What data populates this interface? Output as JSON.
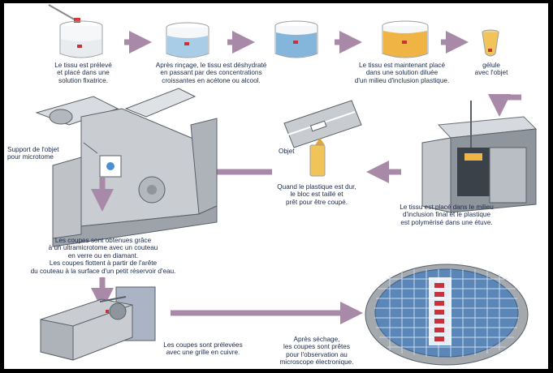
{
  "captions": {
    "step1": "Le tissu est prélevé\net placé dans une\nsolution fixatrice.",
    "step2": "Après rinçage, le tissu est déshydraté\nen passant par des concentrations\ncroissantes en acétone ou alcool.",
    "step3": "Le tissu est maintenant placé\ndans une solution diluée\nd'un milieu d'inclusion plastique.",
    "step4": "gélule\navec l'objet",
    "objet": "Objet",
    "step6": "Quand le plastique est dur,\nle bloc est taillé et\nprêt pour être coupé.",
    "step5": "Le tissu est placé dans le milieu\nd'inclusion final et le plastique\nest polymérisé dans une étuve.",
    "support": "Support de l'objet\npour microtome",
    "step7": "Les coupes sont obtenues grâce\nà un ultramicrotome avec un couteau\nen verre ou en diamant.\nLes coupes flottent à partir de l'arête\ndu couteau à la surface d'un petit réservoir d'eau.",
    "step8": "Les coupes sont prélevées\navec une grille en cuivre.",
    "step9": "Après séchage,\nles coupes sont prêtes\npour l'observation au\nmicroscope électronique."
  },
  "colors": {
    "arrow": "#a889a8",
    "text": "#1b2a4a",
    "fixative": "#e9ecee",
    "acetone": "#a9cde6",
    "resin": "#f0b445",
    "grid": "#5b86b8",
    "machine": "#c9cdd2"
  }
}
